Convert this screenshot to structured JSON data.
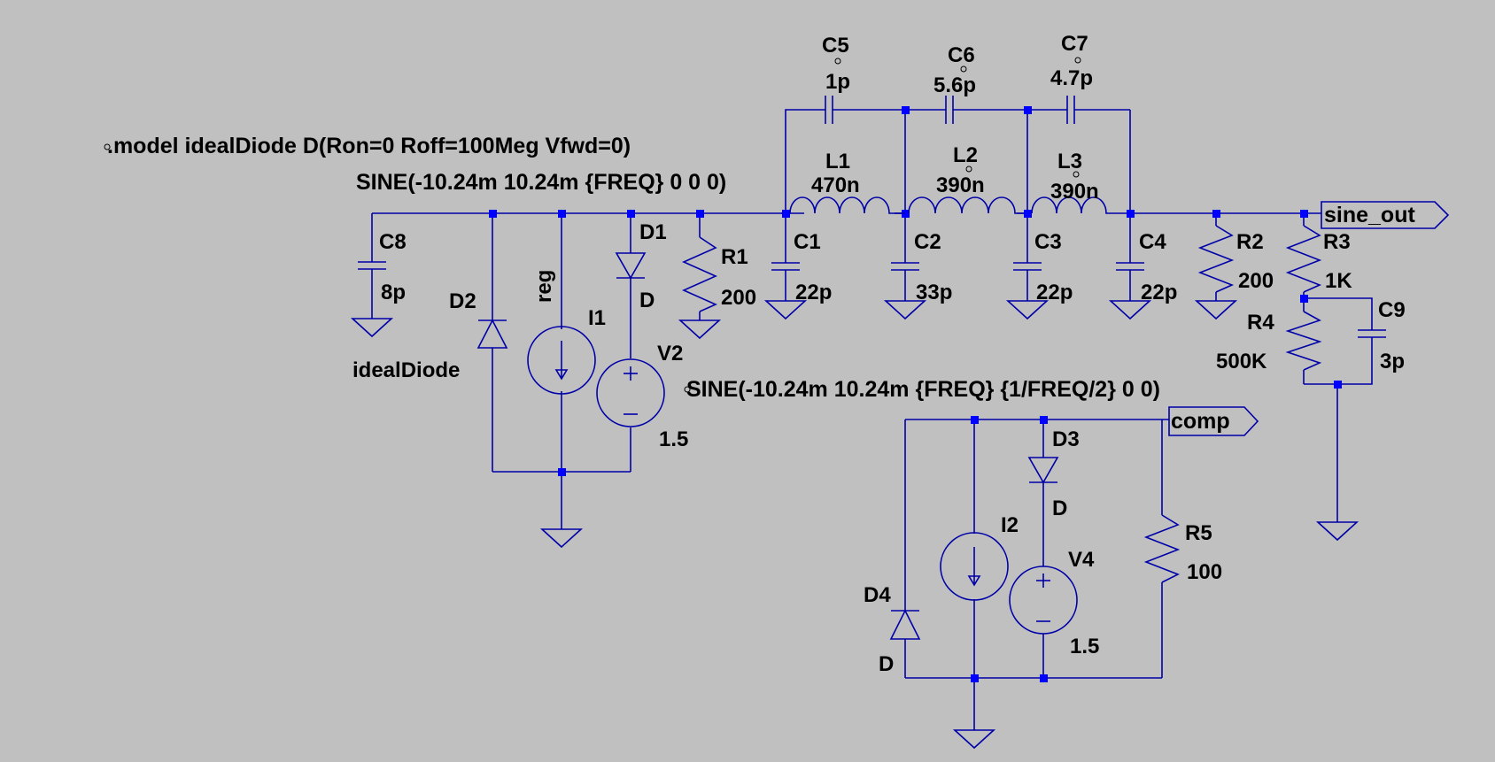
{
  "colors": {
    "background": "#c0c0c0",
    "wire": "#0000a8",
    "junction": "#0000ff",
    "text": "#000000"
  },
  "directives": {
    "model": ".model idealDiode D(Ron=0 Roff=100Meg Vfwd=0)",
    "source1": "SINE(-10.24m 10.24m {FREQ} 0 0 0)",
    "source2": "SINE(-10.24m 10.24m {FREQ} {1/FREQ/2} 0 0)"
  },
  "components": {
    "C1": {
      "name": "C1",
      "value": "22p"
    },
    "C2": {
      "name": "C2",
      "value": "33p"
    },
    "C3": {
      "name": "C3",
      "value": "22p"
    },
    "C4": {
      "name": "C4",
      "value": "22p"
    },
    "C5": {
      "name": "C5",
      "value": "1p"
    },
    "C6": {
      "name": "C6",
      "value": "5.6p"
    },
    "C7": {
      "name": "C7",
      "value": "4.7p"
    },
    "C8": {
      "name": "C8",
      "value": "8p"
    },
    "C9": {
      "name": "C9",
      "value": "3p"
    },
    "L1": {
      "name": "L1",
      "value": "470n"
    },
    "L2": {
      "name": "L2",
      "value": "390n"
    },
    "L3": {
      "name": "L3",
      "value": "390n"
    },
    "R1": {
      "name": "R1",
      "value": "200"
    },
    "R2": {
      "name": "R2",
      "value": "200"
    },
    "R3": {
      "name": "R3",
      "value": "1K"
    },
    "R4": {
      "name": "R4",
      "value": "500K"
    },
    "R5": {
      "name": "R5",
      "value": "100"
    },
    "D1": {
      "name": "D1",
      "model": "D"
    },
    "D2": {
      "name": "D2",
      "model": "idealDiode"
    },
    "D3": {
      "name": "D3",
      "model": "D"
    },
    "D4": {
      "name": "D4",
      "model": "D"
    },
    "I1": {
      "name": "I1",
      "value": "reg"
    },
    "I2": {
      "name": "I2"
    },
    "V2": {
      "name": "V2",
      "value": "1.5"
    },
    "V4": {
      "name": "V4",
      "value": "1.5"
    }
  },
  "nets": {
    "out1": "sine_out",
    "out2": "comp"
  },
  "icons": {
    "ground": "ground-icon",
    "port": "output-port-icon"
  }
}
